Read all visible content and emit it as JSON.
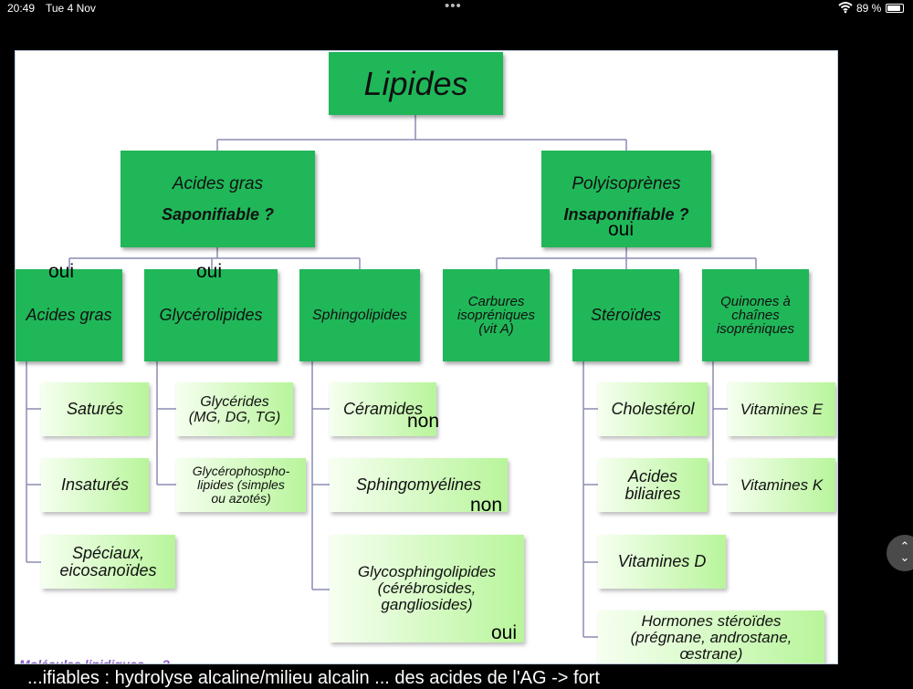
{
  "status_bar": {
    "time": "20:49",
    "date": "Tue 4 Nov",
    "dots": "•••",
    "wifi_icon": "wifi-icon",
    "battery_percent": "89 %",
    "battery_level": 0.89
  },
  "diagram": {
    "root": "Lipides",
    "acides_gras": {
      "line1": "Acides gras",
      "line2": "Saponifiable ?"
    },
    "polyisoprenes": {
      "line1": "Polyisoprènes",
      "line2": "Insaponifiable ?"
    },
    "categories": {
      "acides_gras": "Acides gras",
      "glycerolipides": "Glycérolipides",
      "sphingolipides": "Sphingolipides",
      "carbures": [
        "Carbures",
        "isopréniques",
        "(vit A)"
      ],
      "steroides": "Stéroïdes",
      "quinones": [
        "Quinones à",
        "chaînes",
        "isopréniques"
      ]
    },
    "leaves": {
      "satures": "Saturés",
      "insatures": "Insaturés",
      "speciaux": [
        "Spéciaux,",
        "eicosanoïdes"
      ],
      "glycerides": [
        "Glycérides",
        "(MG, DG, TG)"
      ],
      "glycerophospho": [
        "Glycérophospho-",
        "lipides (simples",
        "ou azotés)"
      ],
      "ceramides": "Céramides",
      "sphingomyelines": "Sphingomyélines",
      "glycosphingo": [
        "Glycosphingolipides",
        "(cérébrosides,",
        "gangliosides)"
      ],
      "cholesterol": "Cholestérol",
      "acides_biliaires": [
        "Acides",
        "biliaires"
      ],
      "vitamines_d": "Vitamines D",
      "hormones": [
        "Hormones stéroïdes",
        "(prégnane, androstane,",
        "œstrane)"
      ],
      "vitamines_e": "Vitamines E",
      "vitamines_k": "Vitamines K"
    },
    "annotations": {
      "oui_poly": "oui",
      "oui_acides": "oui",
      "oui_glycero": "oui",
      "non_ceramides": "non",
      "non_sphingo": "non",
      "oui_glycosphingo": "oui"
    },
    "bottom_fragment": "Molécules lipidiques ... ?"
  },
  "caption": "...ifiables : hydrolyse alcaline/milieu alcalin ... des acides de l'AG -> fort",
  "side_control": {
    "icon": "scroll-arrows-icon",
    "up": "⌃",
    "down": "⌄"
  }
}
